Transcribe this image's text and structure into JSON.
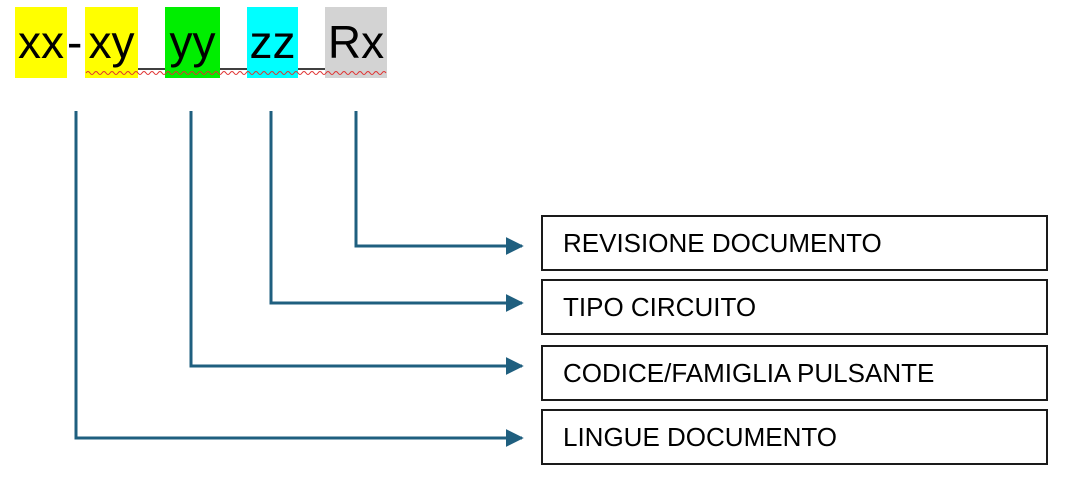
{
  "code": {
    "segments": [
      {
        "text": "xx",
        "color": "#ffff00"
      },
      {
        "text": "xy",
        "color": "#ffff00"
      },
      {
        "text": "yy",
        "color": "#00ee00"
      },
      {
        "text": "zz",
        "color": "#00ffff"
      },
      {
        "text": "Rx",
        "color": "#d3d3d3"
      }
    ],
    "separator": "-"
  },
  "labels": [
    "REVISIONE DOCUMENTO",
    "TIPO CIRCUITO",
    "CODICE/FAMIGLIA PULSANTE",
    "LINGUE DOCUMENTO"
  ],
  "colors": {
    "connector": "#1f5f7f",
    "box_border": "#1a1a1a"
  }
}
